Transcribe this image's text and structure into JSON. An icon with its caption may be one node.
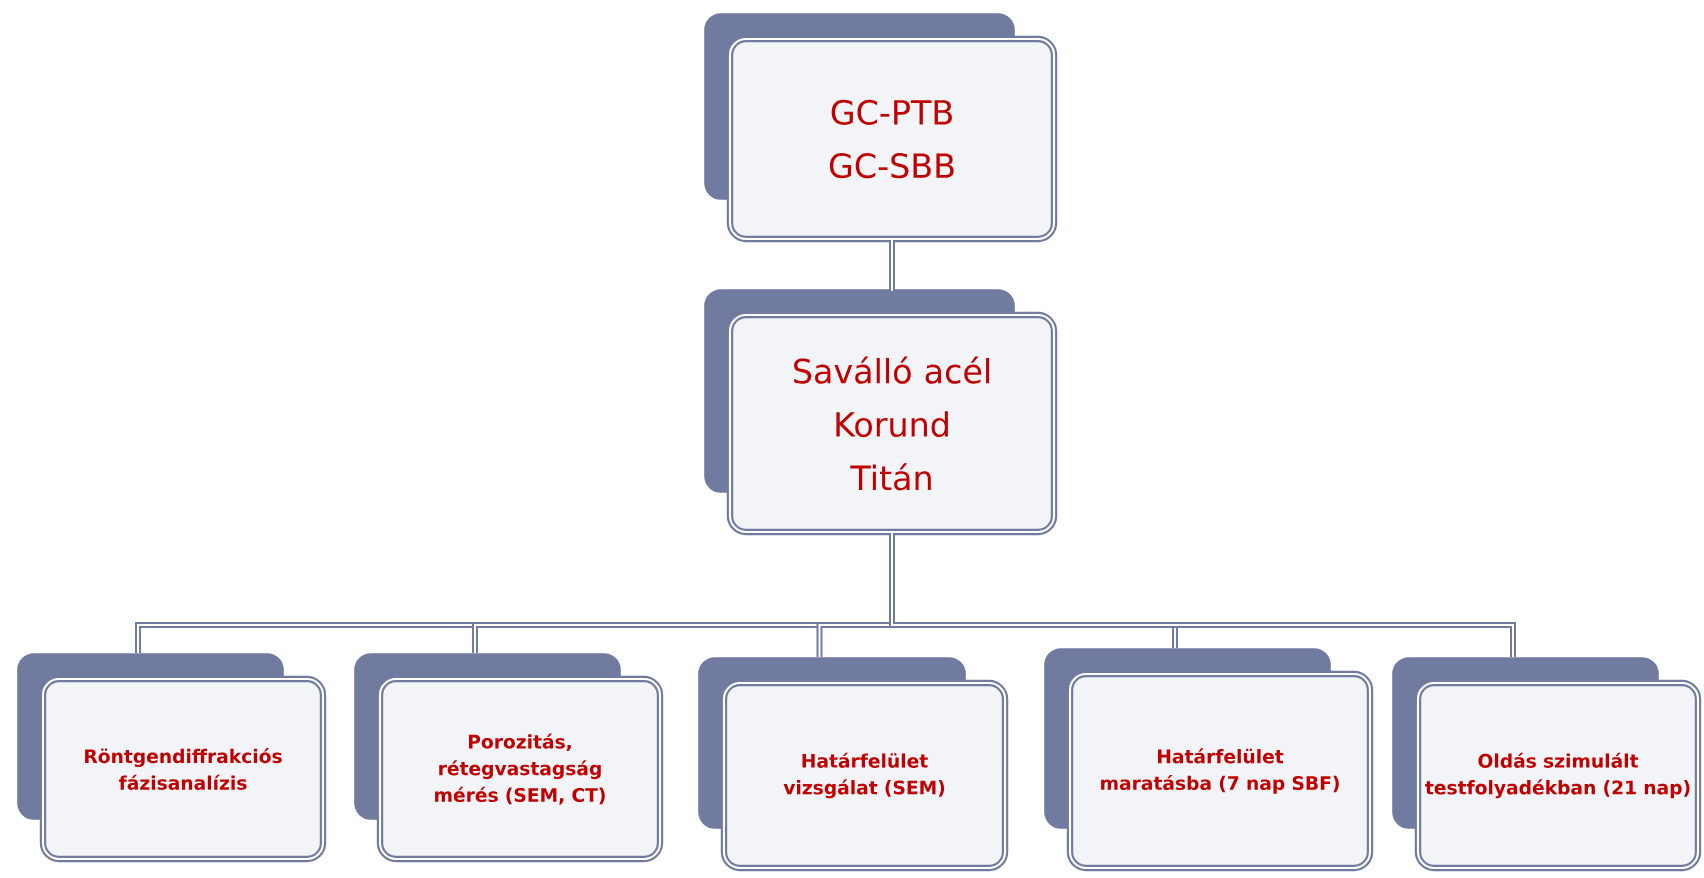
{
  "diagram": {
    "nodes": [
      {
        "text": [
          "GC-PTB",
          "GC-SBB"
        ]
      },
      {
        "text": [
          "Saválló acél",
          "Korund",
          "Titán"
        ]
      },
      {
        "text": [
          "Röntgendiffrakciós fázisanalízis"
        ]
      },
      {
        "text": [
          "Porozitás, rétegvastagság mérés (SEM, CT)"
        ]
      },
      {
        "text": [
          "Határfelület vizsgálat (SEM)"
        ]
      },
      {
        "text": [
          "Határfelület maratásba (7 nap SBF)"
        ]
      },
      {
        "text": [
          "Oldás szimulált testfolyadékban (21 nap)"
        ]
      }
    ],
    "edges": [
      {
        "from": 0,
        "to": 1,
        "arrow": "none"
      },
      {
        "from": 1,
        "to": 2,
        "arrow": "none"
      },
      {
        "from": 1,
        "to": 3,
        "arrow": "none"
      },
      {
        "from": 1,
        "to": 4,
        "arrow": "none"
      },
      {
        "from": 1,
        "to": 5,
        "arrow": "none"
      },
      {
        "from": 1,
        "to": 6,
        "arrow": "none"
      }
    ]
  }
}
